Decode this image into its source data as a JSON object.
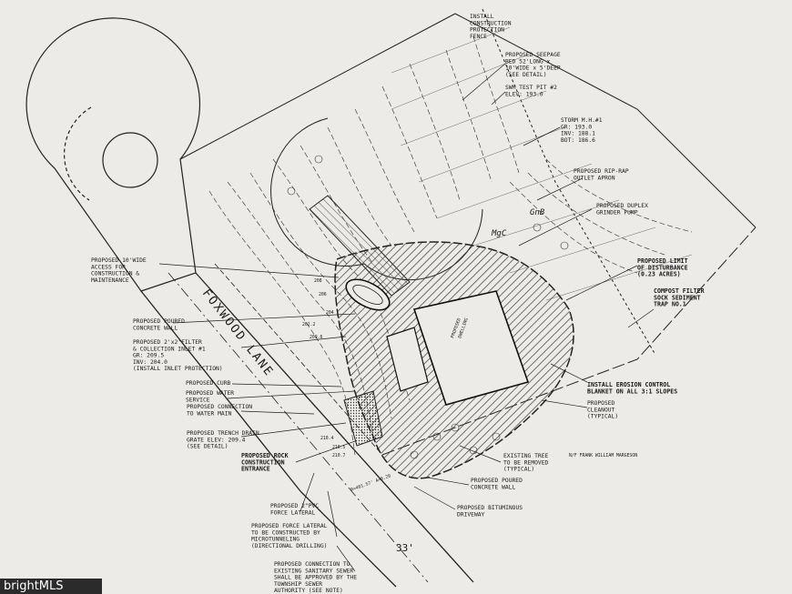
{
  "road_name": "FOXWOOD LANE",
  "soils": [
    "GnB",
    "MgC"
  ],
  "frontage_dim": "33'",
  "curve_data": "R=401.57' A=9.20",
  "owner_note": "N/F FRANK WILLIAM MARGESON",
  "watermark": "brightMLS",
  "right_labels": [
    {
      "text": "INSTALL CONSTRUCTION PROTECTION FENCE",
      "lines": [
        "INSTALL",
        "CONSTRUCTION",
        "PROTECTION",
        "FENCE"
      ],
      "style": "normal"
    },
    {
      "text": "PROPOSED SEEPAGE BED",
      "lines": [
        "PROPOSED SEEPAGE",
        "BED 52'LONG x",
        "10'WIDE x 5'DEEP",
        "(SEE DETAIL)"
      ],
      "style": "normal"
    },
    {
      "text": "SWM TEST PIT #2",
      "lines": [
        "SWM TEST PIT #2",
        "ELEV: 193.0"
      ],
      "style": "normal"
    },
    {
      "text": "STORM M.H.#1",
      "lines": [
        "STORM M.H.#1",
        "GR: 193.0",
        "INV: 188.1",
        "BOT: 186.6"
      ],
      "style": "normal"
    },
    {
      "text": "PROPOSED RIP-RAP OUTLET APRON",
      "lines": [
        "PROPOSED RIP-RAP",
        "OUTLET APRON"
      ],
      "style": "normal"
    },
    {
      "text": "PROPOSED DUPLEX GRINDER PUMP",
      "lines": [
        "PROPOSED DUPLEX",
        "GRINDER PUMP"
      ],
      "style": "normal"
    },
    {
      "text": "PROPOSED LIMIT OF DISTURBANCE",
      "lines": [
        "PROPOSED LIMIT",
        "OF DISTURBANCE",
        "(0.23 ACRES)"
      ],
      "style": "bold"
    },
    {
      "text": "COMPOST FILTER SOCK SEDIMENT TRAP",
      "lines": [
        "COMPOST FILTER",
        "SOCK SEDIMENT",
        "TRAP NO.1"
      ],
      "style": "bold"
    },
    {
      "text": "INSTALL EROSION CONTROL BLANKET",
      "lines": [
        "INSTALL EROSION CONTROL",
        "BLANKET ON ALL 3:1 SLOPES"
      ],
      "style": "bold"
    },
    {
      "text": "PROPOSED CLEANOUT",
      "lines": [
        "PROPOSED",
        "CLEANOUT",
        "(TYPICAL)"
      ],
      "style": "normal"
    },
    {
      "text": "EXISTING TREE TO BE REMOVED",
      "lines": [
        "EXISTING TREE",
        "TO BE REMOVED",
        "(TYPICAL)"
      ],
      "style": "normal"
    },
    {
      "text": "PROPOSED POURED CONCRETE WALL",
      "lines": [
        "PROPOSED POURED",
        "CONCRETE WALL"
      ],
      "style": "normal"
    },
    {
      "text": "PROPOSED BITUMINOUS DRIVEWAY",
      "lines": [
        "PROPOSED BITUMINOUS",
        "DRIVEWAY"
      ],
      "style": "normal"
    }
  ],
  "left_labels": [
    {
      "text": "PROPOSED 10'WIDE ACCESS",
      "lines": [
        "PROPOSED 10'WIDE",
        "ACCESS FOR",
        "CONSTRUCTION &",
        "MAINTENANCE"
      ],
      "style": "normal"
    },
    {
      "text": "PROPOSED POURED CONCRETE WALL",
      "lines": [
        "PROPOSED POURED",
        "CONCRETE WALL"
      ],
      "style": "normal"
    },
    {
      "text": "PROPOSED 2'x2' FILTER",
      "lines": [
        "PROPOSED 2'x2'FILTER",
        "& COLLECTION INLET #1",
        "GR: 209.5",
        "INV: 204.0",
        "(INSTALL INLET PROTECTION)"
      ],
      "style": "normal"
    },
    {
      "text": "PROPOSED CURB",
      "lines": [
        "PROPOSED CURB"
      ],
      "style": "normal"
    },
    {
      "text": "PROPOSED WATER SERVICE",
      "lines": [
        "PROPOSED WATER",
        "SERVICE"
      ],
      "style": "normal"
    },
    {
      "text": "PROPOSED CONNECTION TO WATER MAIN",
      "lines": [
        "PROPOSED CONNECTION",
        "TO WATER MAIN"
      ],
      "style": "normal"
    },
    {
      "text": "PROPOSED TRENCH DRAIN",
      "lines": [
        "PROPOSED TRENCH DRAIN",
        "GRATE ELEV: 209.4",
        "(SEE DETAIL)"
      ],
      "style": "normal"
    },
    {
      "text": "PROPOSED ROCK CONSTRUCTION ENTRANCE",
      "lines": [
        "PROPOSED ROCK",
        "CONSTRUCTION",
        "ENTRANCE"
      ],
      "style": "bold"
    },
    {
      "text": "PROPOSED 2\" PVC FORCE LATERAL",
      "lines": [
        "PROPOSED 2\"PVC",
        "FORCE LATERAL"
      ],
      "style": "normal"
    },
    {
      "text": "PROPOSED FORCE LATERAL MICROTUNNELING",
      "lines": [
        "PROPOSED FORCE LATERAL",
        "TO BE CONSTRUCTED BY",
        "MICROTUNNELING",
        "(DIRECTIONAL DRILLING)"
      ],
      "style": "normal"
    },
    {
      "text": "PROPOSED CONNECTION TO EXISTING SANITARY SEWER",
      "lines": [
        "PROPOSED CONNECTION TO",
        "EXISTING SANITARY SEWER",
        "SHALL BE APPROVED BY THE",
        "TOWNSHIP SEWER",
        "AUTHORITY (SEE NOTE)"
      ],
      "style": "normal"
    }
  ],
  "spot_elevations": [
    "210.4",
    "210.5",
    "210.7",
    "209.6",
    "202.2",
    "204",
    "206",
    "208"
  ],
  "house_label": [
    "PROPOSED",
    "DWELLING"
  ]
}
